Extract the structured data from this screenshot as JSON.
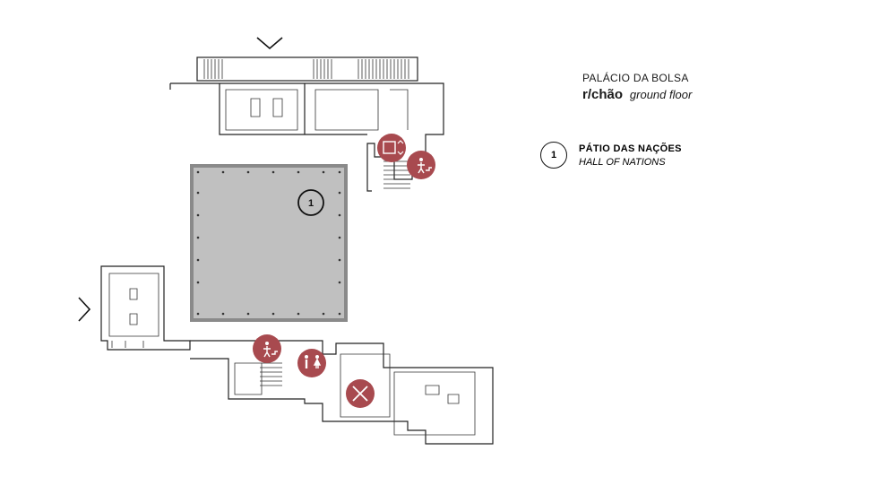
{
  "legend": {
    "building": "PALÁCIO DA BOLSA",
    "floor_pt": "r/chão",
    "floor_en": "ground floor"
  },
  "areas": [
    {
      "number": "1",
      "name_pt": "PÁTIO DAS NAÇÕES",
      "name_en": "HALL OF NATIONS"
    }
  ],
  "colors": {
    "marker": "#a84a4f",
    "courtyard": "#c0c0c0",
    "courtyard_border": "#8a8a8a"
  },
  "icons": [
    "elevator-icon",
    "stairs-icon",
    "toilets-icon",
    "restaurant-icon",
    "entrance-arrow-icon"
  ]
}
